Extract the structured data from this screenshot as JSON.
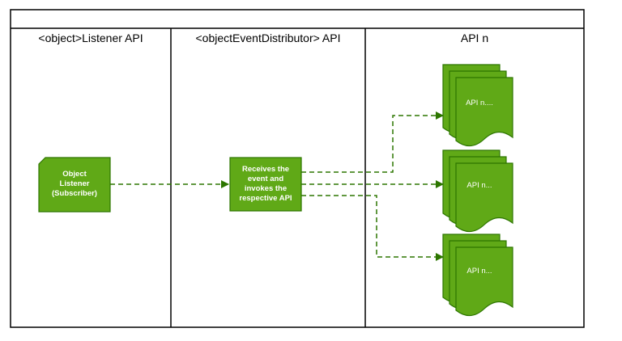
{
  "pool": {
    "title": "",
    "lanes": [
      {
        "title": "<object>Listener API"
      },
      {
        "title": "<objectEventDistributor> API"
      },
      {
        "title": "API n"
      }
    ]
  },
  "nodes": {
    "listener": {
      "lines": [
        "Object",
        "Listener",
        "(Subscriber)"
      ]
    },
    "distributor": {
      "lines": [
        "Receives the",
        "event and",
        "invokes the",
        "respective API"
      ]
    },
    "api_docs": [
      {
        "label": "API n...."
      },
      {
        "label": "API n..."
      },
      {
        "label": "API n..."
      }
    ]
  },
  "colors": {
    "fill": "#60a917",
    "stroke": "#2d7600",
    "edge": "#2d7600",
    "border": "#000000"
  }
}
